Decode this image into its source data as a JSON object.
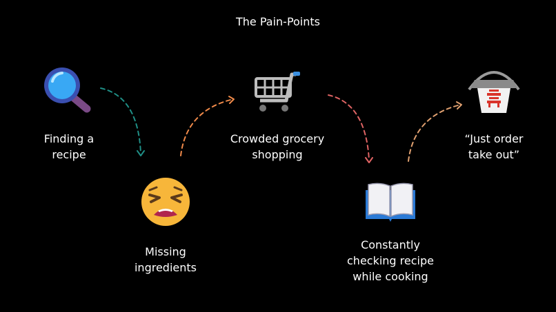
{
  "title": "The Pain-Points",
  "steps": [
    {
      "label_lines": [
        "Finding a",
        "recipe"
      ],
      "icon": "magnifying-glass-icon"
    },
    {
      "label_lines": [
        "Missing",
        "ingredients"
      ],
      "icon": "tired-face-icon"
    },
    {
      "label_lines": [
        "Crowded grocery",
        "shopping"
      ],
      "icon": "shopping-cart-icon"
    },
    {
      "label_lines": [
        "Constantly",
        "checking recipe",
        "while cooking"
      ],
      "icon": "open-book-icon"
    },
    {
      "label_lines": [
        "“Just order",
        "take out”"
      ],
      "icon": "takeout-box-icon"
    }
  ],
  "colors": {
    "background": "#000000",
    "text": "#ffffff",
    "arrow_1": "#1f8f86",
    "arrow_2": "#f08a4a",
    "arrow_3": "#e06464",
    "arrow_4": "#e0a070"
  }
}
